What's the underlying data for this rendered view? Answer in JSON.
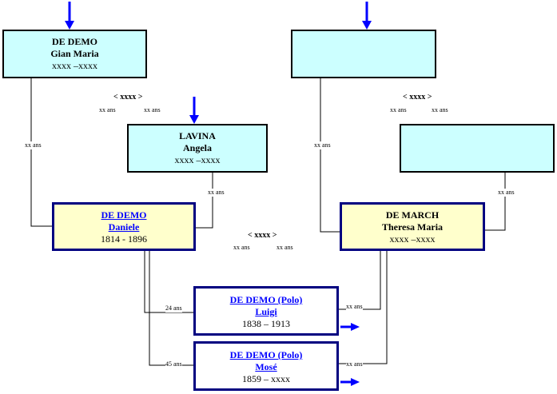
{
  "persons": {
    "father_father": {
      "surname": "DE DEMO",
      "given": "Gian Maria",
      "dates": "xxxx –xxxx"
    },
    "mother_father": {
      "surname": "",
      "given": "",
      "dates": ""
    },
    "father_mother": {
      "surname": "LAVINA",
      "given": "Angela",
      "dates": "xxxx –xxxx"
    },
    "mother_mother": {
      "surname": "",
      "given": "",
      "dates": ""
    },
    "father": {
      "surname": "DE DEMO",
      "given": "Daniele",
      "dates": "1814 - 1896"
    },
    "mother": {
      "surname": "DE MARCH",
      "given": "Theresa Maria",
      "dates": "xxxx –xxxx"
    },
    "child1": {
      "surname": "DE DEMO (Polo)",
      "given": "Luigi",
      "dates": "1838 – 1913"
    },
    "child2": {
      "surname": "DE DEMO (Polo)",
      "given": "Mosé",
      "dates": "1859 – xxxx"
    }
  },
  "marriages": {
    "paternal_grandparents": {
      "year": "< xxxx >",
      "age_husband": "xx ans",
      "age_wife": "xx ans"
    },
    "maternal_grandparents": {
      "year": "< xxxx >",
      "age_husband": "xx ans",
      "age_wife": "xx ans"
    },
    "parents": {
      "year": "< xxxx >",
      "age_husband": "xx ans",
      "age_wife": "xx ans"
    }
  },
  "ages": {
    "father_at_birth": "xx ans",
    "grandmother_paternal": "xx ans",
    "mother_at_birth": "xx ans",
    "grandmother_maternal": "xx ans",
    "father_at_child1": "24 ans",
    "father_at_child2": "45 ans",
    "mother_at_child1": "xx ans",
    "mother_at_child2": "xx ans"
  },
  "colors": {
    "arrow": "#0000ff",
    "cyan_box": "#ccffff",
    "yellow_box": "#ffffcc",
    "box_border": "#000080",
    "link": "#0000ff"
  }
}
